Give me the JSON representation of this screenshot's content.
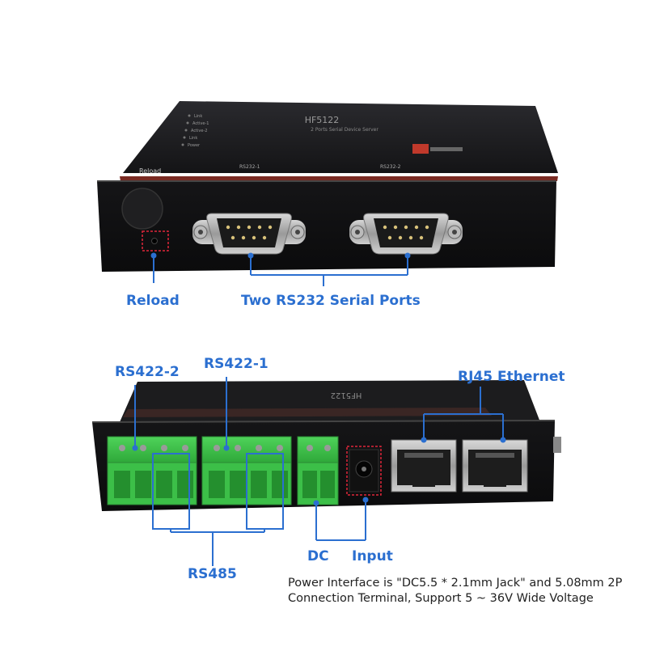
{
  "colors": {
    "callout": "#2b6fd0",
    "device_body": "#1a1a1c",
    "terminal_green": "#3fbf4a",
    "jack_outline": "#e0263a"
  },
  "top_device": {
    "model": "HF5122",
    "subtitle": "2 Ports Serial Device Server",
    "panel_reload_label": "Reload",
    "port_label_1": "RS232-1",
    "port_label_2": "RS232-2",
    "leds": [
      "Link",
      "Active-1",
      "Active-2",
      "Link",
      "Power"
    ]
  },
  "bottom_device": {
    "model": "HF5122"
  },
  "callouts": {
    "reload": "Reload",
    "rs232": "Two RS232 Serial Ports",
    "rs422_2": "RS422-2",
    "rs422_1": "RS422-1",
    "rj45": "RJ45 Ethernet",
    "rs485": "RS485",
    "dc": "DC",
    "input": "Input"
  },
  "note": {
    "line1": "Power Interface is \"DC5.5 * 2.1mm Jack\" and 5.08mm 2P",
    "line2": "Connection Terminal, Support 5 ~ 36V Wide Voltage"
  }
}
